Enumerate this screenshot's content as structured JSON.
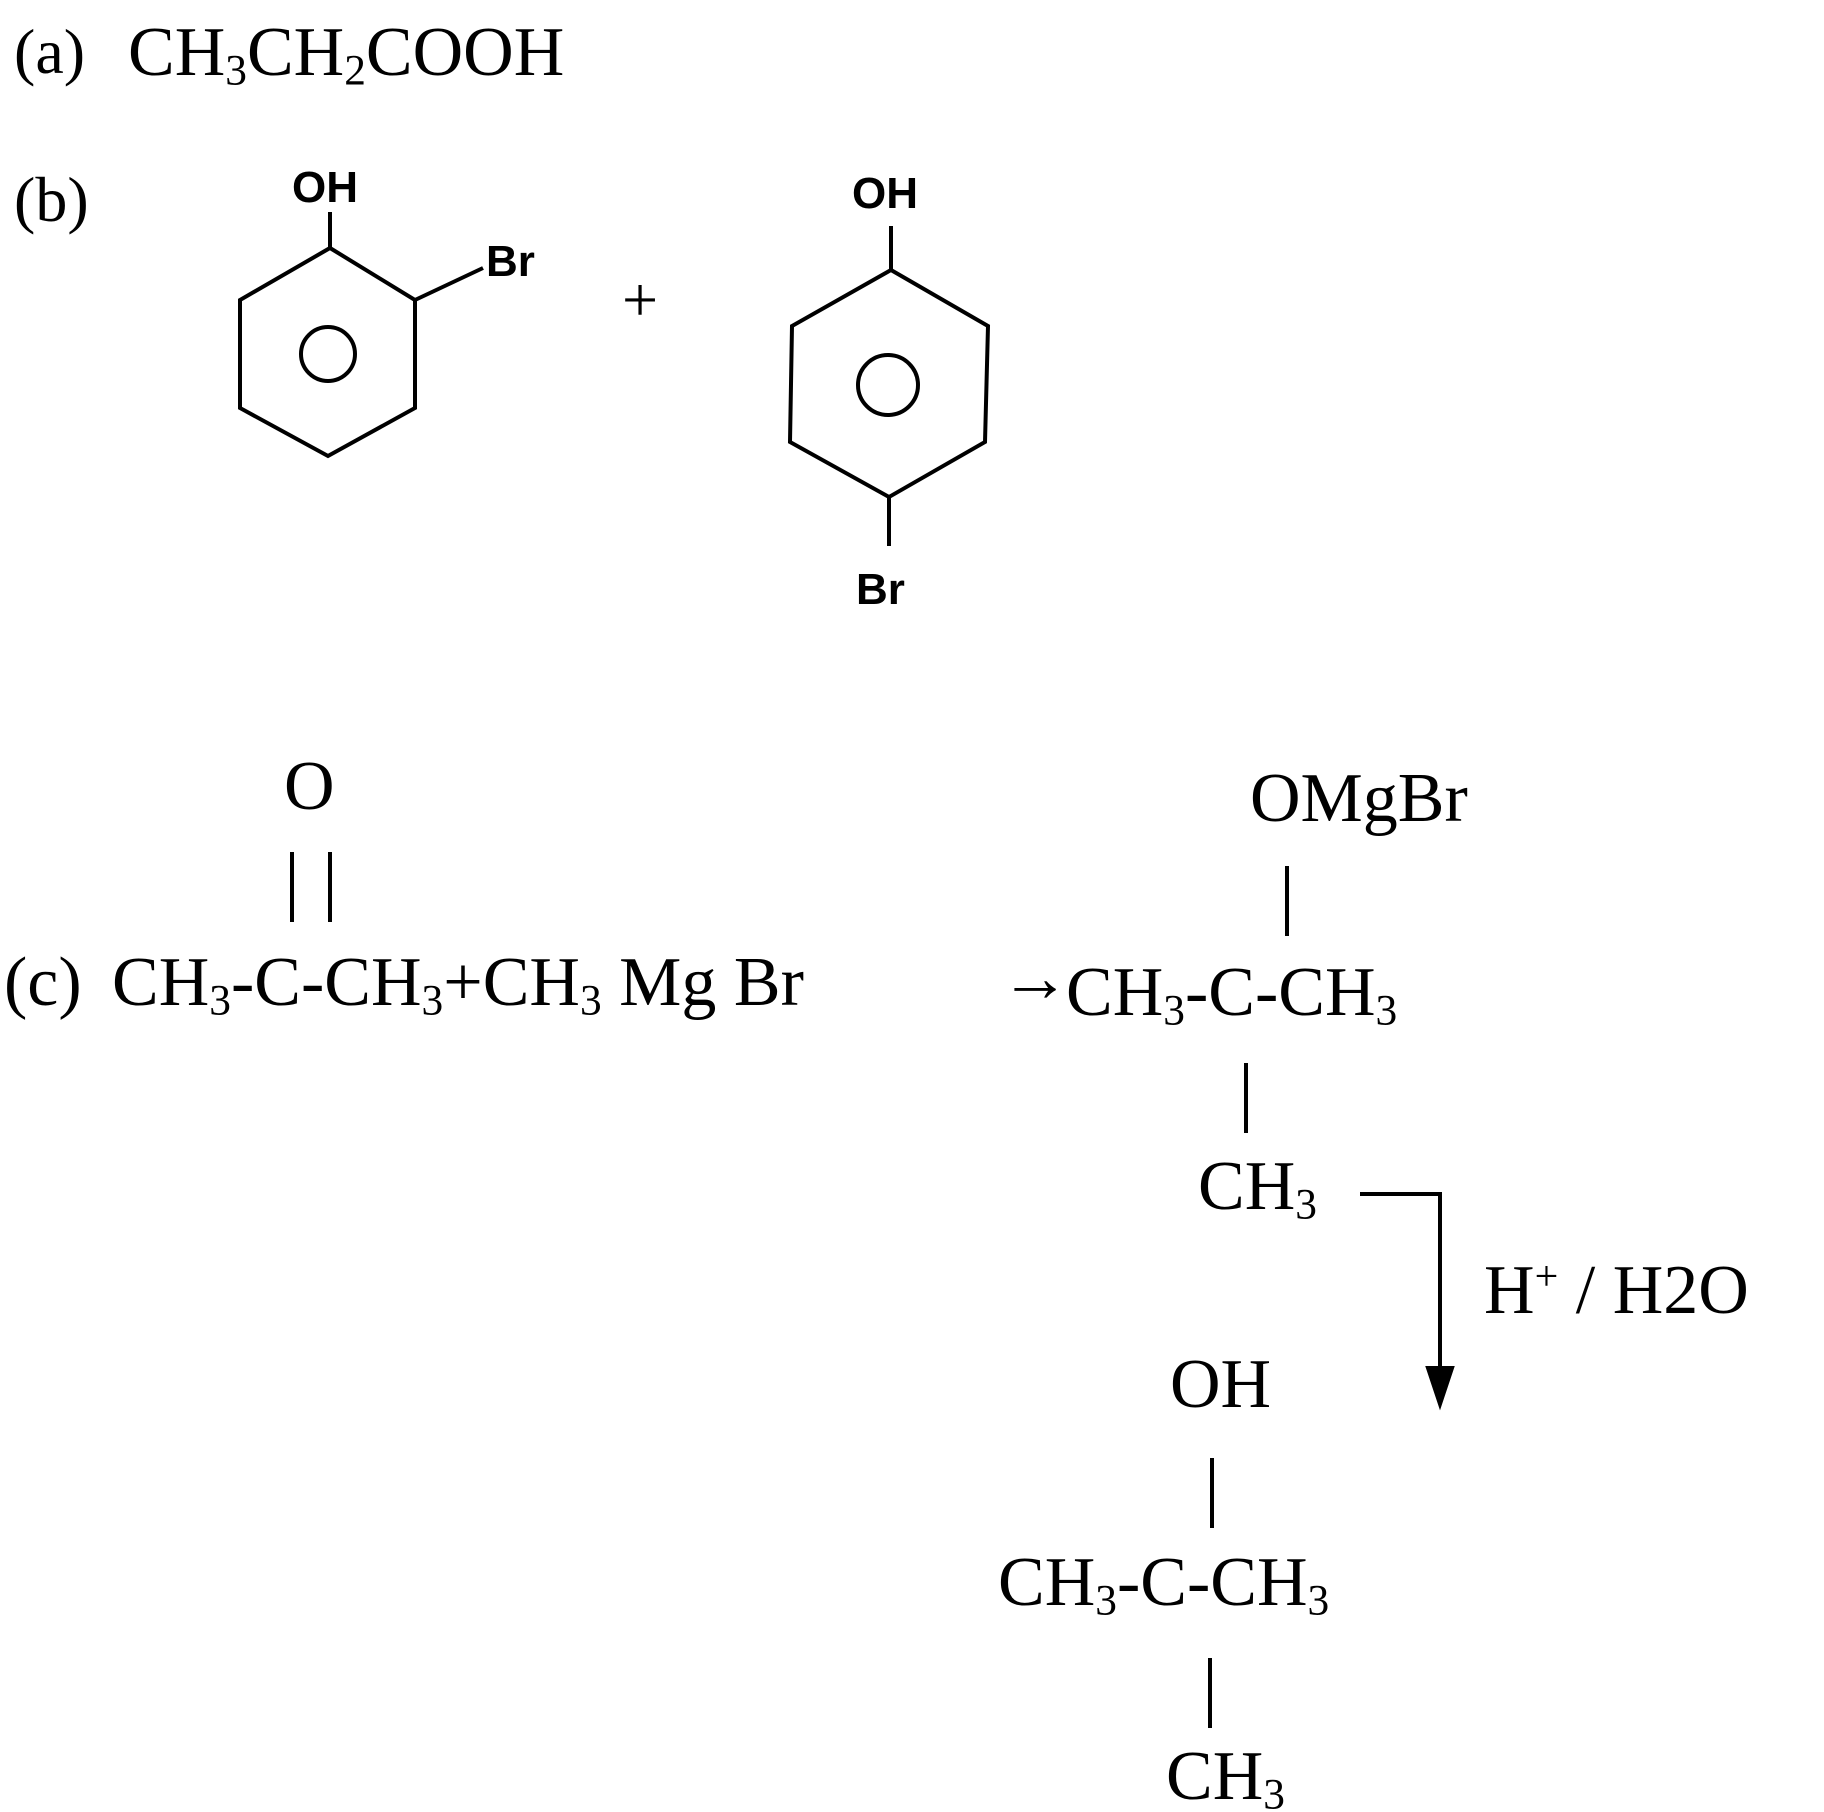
{
  "part_a": {
    "label": "(a)",
    "formula": [
      "CH",
      "3",
      "CH",
      "2",
      "COOH"
    ]
  },
  "part_b": {
    "label": "(b)",
    "ortho": {
      "oh": "OH",
      "br": "Br"
    },
    "plus": "+",
    "para": {
      "oh": "OH",
      "br": "Br"
    }
  },
  "part_c": {
    "label": "(c)",
    "ketone_o": "O",
    "reactant_left": [
      "CH",
      "3",
      "-C-CH",
      "3"
    ],
    "plus": "+",
    "reagent": [
      "CH",
      "3",
      " Mg Br"
    ],
    "arrow": "→",
    "intermediate_top": "OMgBr",
    "intermediate_main": [
      "CH",
      "3",
      "-C-CH",
      "3"
    ],
    "intermediate_bottom": [
      "CH",
      "3"
    ],
    "condition": {
      "h": "H",
      "plus": "+",
      "rest": " / H2O"
    },
    "product_top": "OH",
    "product_main": [
      "CH",
      "3",
      "-C-CH",
      "3"
    ],
    "product_bottom": [
      "CH",
      "3"
    ]
  }
}
